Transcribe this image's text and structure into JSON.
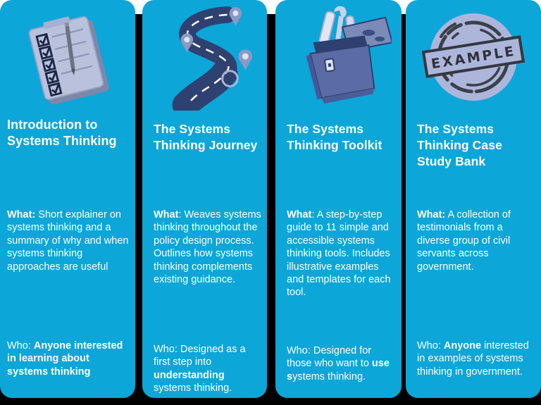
{
  "page": {
    "background_color": "#FFFFFF",
    "backdrop_color": "#000000",
    "card_color": "#0CA6D8",
    "text_color": "#FFFFFF",
    "icon_dark_navy": "#2E4170",
    "icon_light_periwinkle": "#ADB6DA"
  },
  "cards": [
    {
      "icon": "checklist-icon",
      "title": "Introduction to Systems Thinking",
      "what": [
        {
          "t": "What:",
          "b": true
        },
        {
          "t": " Short explainer on systems thinking and a summary of why and when systems thinking approaches are useful",
          "b": false
        }
      ],
      "who": [
        {
          "t": "Who: ",
          "b": false
        },
        {
          "t": "Anyone interested in learning about systems thinking",
          "b": true
        }
      ]
    },
    {
      "icon": "road-journey-icon",
      "title": "The Systems Thinking Journey",
      "what": [
        {
          "t": "What",
          "b": true
        },
        {
          "t": ": Weaves systems thinking throughout the policy design process. Outlines how systems thinking complements existing guidance.",
          "b": false
        }
      ],
      "who": [
        {
          "t": "Who: Designed as a first step into ",
          "b": false
        },
        {
          "t": "understanding",
          "b": true
        },
        {
          "t": " systems thinking.",
          "b": false
        }
      ]
    },
    {
      "icon": "toolbox-icon",
      "title": "The Systems Thinking Toolkit",
      "what": [
        {
          "t": "What",
          "b": true
        },
        {
          "t": ": A step-by-step guide to 11 simple and accessible systems thinking tools. Includes illustrative examples and templates for each tool.",
          "b": false
        }
      ],
      "who": [
        {
          "t": "Who: Designed for those who want to ",
          "b": false
        },
        {
          "t": "use s",
          "b": true
        },
        {
          "t": "ystems thinking.",
          "b": false
        }
      ]
    },
    {
      "icon": "example-stamp-icon",
      "title": "The Systems Thinking Case Study Bank",
      "stamp_label": "EXAMPLE",
      "what": [
        {
          "t": "What:",
          "b": true
        },
        {
          "t": " A collection of testimonials from a diverse group of civil servants across government.",
          "b": false
        }
      ],
      "who": [
        {
          "t": "Who: ",
          "b": false
        },
        {
          "t": "Anyone",
          "b": true
        },
        {
          "t": " interested in examples of systems thinking in government.",
          "b": false
        }
      ]
    }
  ]
}
